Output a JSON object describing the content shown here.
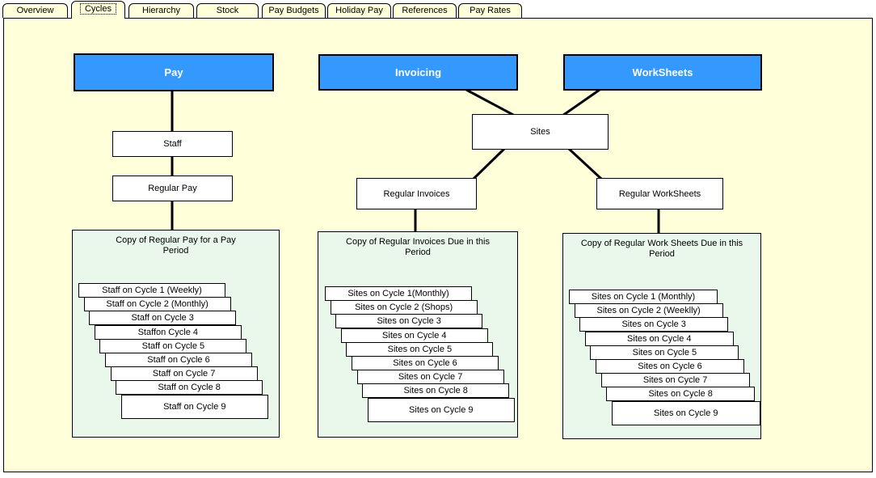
{
  "tabs": [
    {
      "label": "Overview",
      "active": false
    },
    {
      "label": "Cycles",
      "active": true
    },
    {
      "label": "Hierarchy",
      "active": false
    },
    {
      "label": "Stock",
      "active": false
    },
    {
      "label": "Pay Budgets",
      "active": false
    },
    {
      "label": "Holiday Pay",
      "active": false
    },
    {
      "label": "References",
      "active": false
    },
    {
      "label": "Pay Rates",
      "active": false
    }
  ],
  "colors": {
    "window_bg": "#FFFFFF",
    "panel_bg": "#FFFFD9",
    "header_blue": "#3399FF",
    "header_text": "#FFFFFF",
    "container_green": "#E9F8EB",
    "line_color": "#000000"
  },
  "diagram": {
    "shared_node": "Sites",
    "columns": [
      {
        "header": "Pay",
        "nodes": [
          "Staff",
          "Regular Pay"
        ],
        "container_title": "Copy of Regular Pay for a Pay Period",
        "items": [
          "Staff on Cycle 1 (Weekly)",
          "Staff on Cycle 2 (Monthly)",
          "Staff on Cycle 3",
          "Staffon Cycle 4",
          "Staff on Cycle 5",
          "Staff on Cycle 6",
          "Staff on Cycle 7",
          "Staff on Cycle 8",
          "Staff on Cycle 9"
        ]
      },
      {
        "header": "Invoicing",
        "nodes": [
          "Regular Invoices"
        ],
        "container_title": "Copy of Regular Invoices Due in this Period",
        "items": [
          "Sites on Cycle 1(Monthly)",
          "Sites on Cycle 2 (Shops)",
          "Sites on Cycle 3",
          "Sites on Cycle 4",
          "Sites on Cycle 5",
          "Sites on Cycle 6",
          "Sites on Cycle 7",
          "Sites on Cycle 8",
          "Sites on Cycle 9"
        ]
      },
      {
        "header": "WorkSheets",
        "nodes": [
          "Regular WorkSheets"
        ],
        "container_title": "Copy of Regular Work Sheets Due in this Period",
        "items": [
          "Sites on Cycle 1 (Monthly)",
          "Sites on Cycle 2 (Weeklly)",
          "Sites on Cycle 3",
          "Sites on Cycle 4",
          "Sites on Cycle 5",
          "Sites on Cycle 6",
          "Sites on Cycle 7",
          "Sites on Cycle 8",
          "Sites on Cycle 9"
        ]
      }
    ]
  }
}
